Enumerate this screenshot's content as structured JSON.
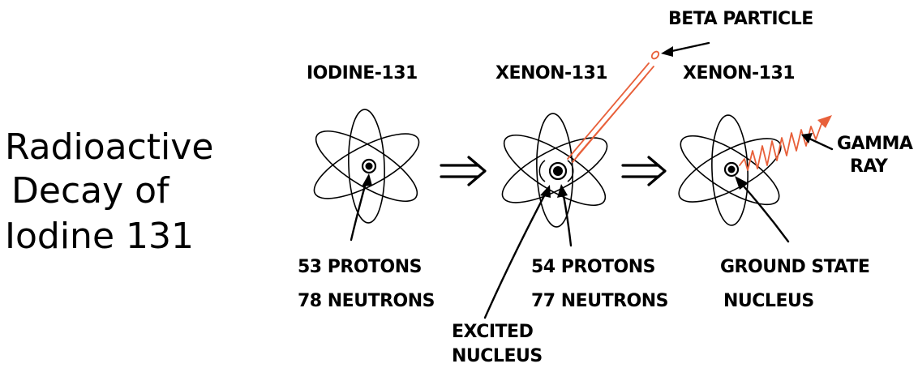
{
  "title": {
    "line1": "Radioactive",
    "line2": "Decay of",
    "line3": "Iodine 131"
  },
  "atoms": [
    {
      "label": "IODINE-131",
      "caption_line1": "53 PROTONS",
      "caption_line2": "78 NEUTRONS"
    },
    {
      "label": "XENON-131",
      "caption_line1": "54 PROTONS",
      "caption_line2": "77 NEUTRONS",
      "nucleus_label_line1": "EXCITED",
      "nucleus_label_line2": "NUCLEUS"
    },
    {
      "label": "XENON-131",
      "caption_line1": "GROUND STATE",
      "caption_line2": "NUCLEUS"
    }
  ],
  "emissions": {
    "beta_label": "BETA PARTICLE",
    "gamma_label_line1": "GAMMA",
    "gamma_label_line2": "RAY"
  },
  "colors": {
    "ink": "#000000",
    "emission": "#e8603a"
  }
}
